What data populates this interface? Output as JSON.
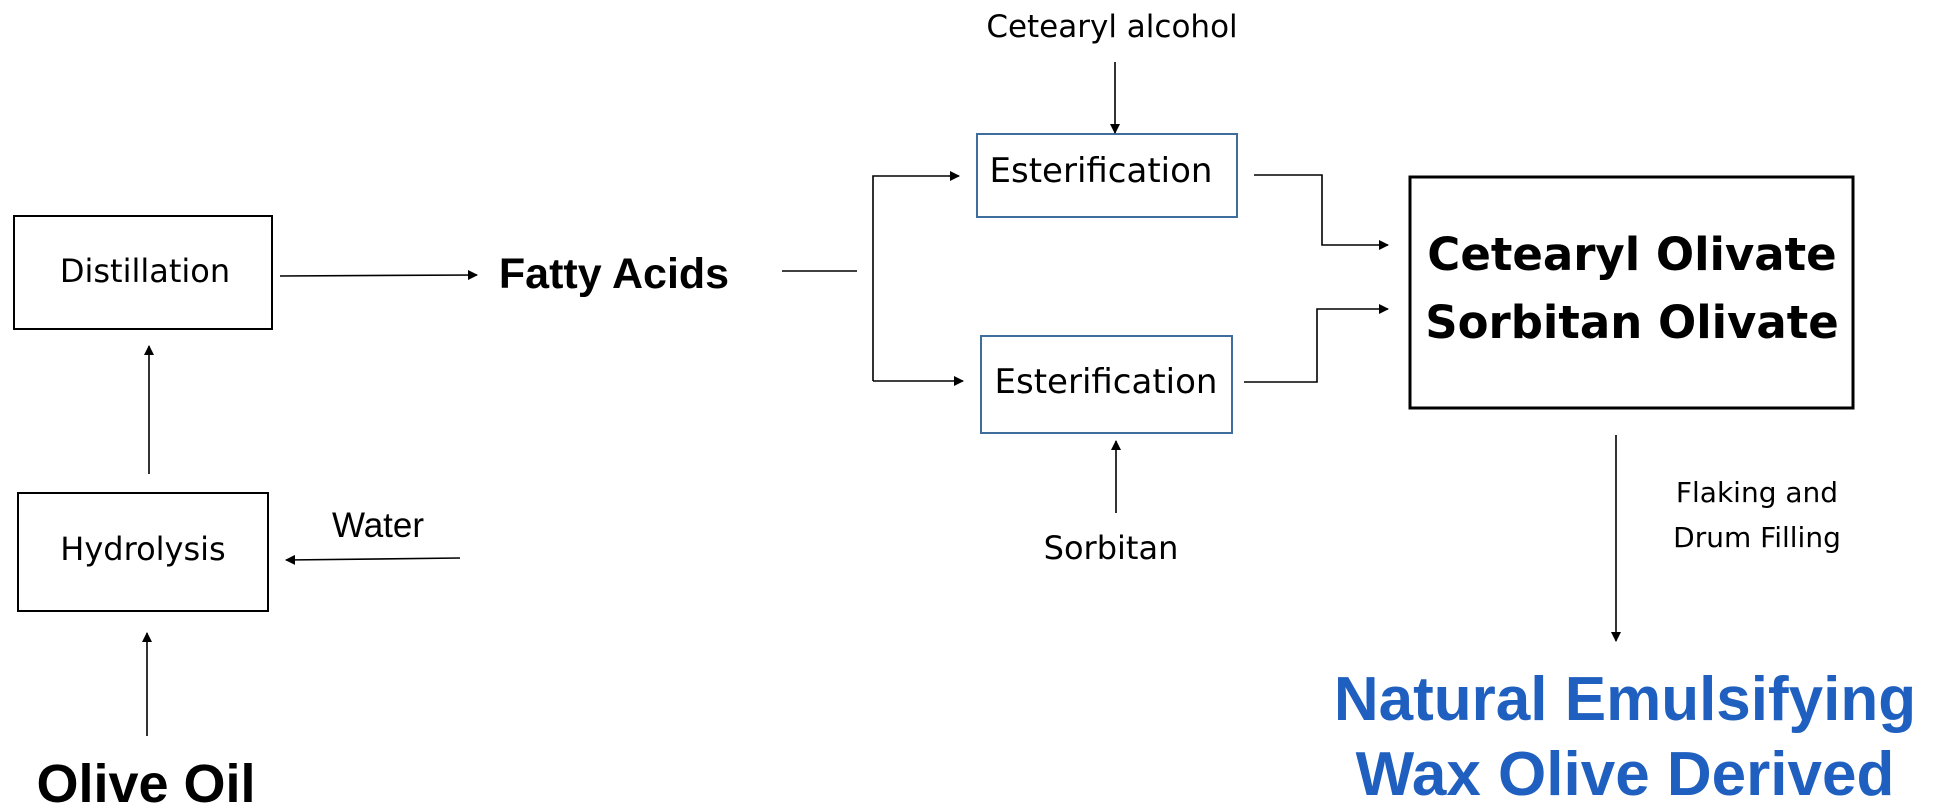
{
  "nodes": {
    "distillation": "Distillation",
    "hydrolysis": "Hydrolysis",
    "fatty_acids": "Fatty Acids",
    "esterification_top": "Esterification",
    "esterification_bottom": "Esterification",
    "product_line1": "Cetearyl Olivate",
    "product_line2": "Sorbitan Olivate",
    "final_line1": "Natural Emulsifying",
    "final_line2": "Wax Olive Derived",
    "olive_oil": "Olive Oil"
  },
  "inputs": {
    "water": "Water",
    "cetearyl_alcohol": "Cetearyl alcohol",
    "sorbitan": "Sorbitan"
  },
  "step_labels": {
    "flaking_line1": "Flaking and",
    "flaking_line2": "Drum Filling"
  },
  "colors": {
    "final_product": "#1F5FBF",
    "esterification_border": "#3F6E9E"
  }
}
